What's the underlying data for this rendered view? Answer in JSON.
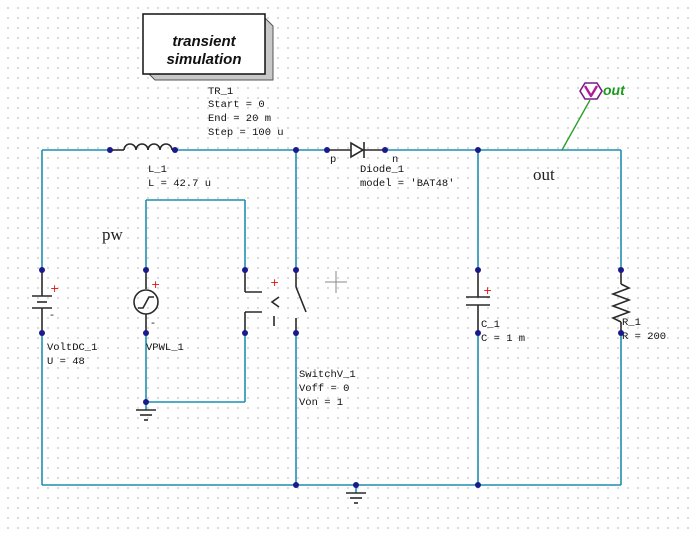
{
  "simulation_box": {
    "line1": "transient",
    "line2": "simulation"
  },
  "transient_sim": {
    "name": "TR_1",
    "start": "Start = 0",
    "end": "End = 20 m",
    "step": "Step = 100 u"
  },
  "inductor": {
    "name": "L_1",
    "value": "L = 42.7 u"
  },
  "diode": {
    "name": "Diode_1",
    "model": "model = 'BAT48'",
    "pin_p": "p",
    "pin_n": "n"
  },
  "probe": {
    "label": "out"
  },
  "net_labels": {
    "out": "out",
    "pw": "pw"
  },
  "dc_source": {
    "name": "VoltDC_1",
    "value": "U = 48"
  },
  "pwl_source": {
    "name": "VPWL_1"
  },
  "switch": {
    "name": "SwitchV_1",
    "voff": "Voff = 0",
    "von": "Von = 1"
  },
  "capacitor": {
    "name": "C_1",
    "value": "C = 1 m"
  },
  "resistor": {
    "name": "R_1",
    "value": "R = 200"
  }
}
